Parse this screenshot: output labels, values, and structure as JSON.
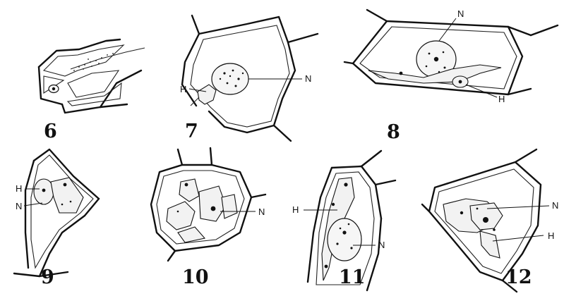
{
  "figures": [
    {
      "number": "6",
      "labels": []
    },
    {
      "number": "7",
      "labels": [
        "H",
        "N"
      ]
    },
    {
      "number": "8",
      "labels": [
        "N",
        "H"
      ]
    },
    {
      "number": "9",
      "labels": [
        "H",
        "N"
      ]
    },
    {
      "number": "10",
      "labels": [
        "N"
      ]
    },
    {
      "number": "11",
      "labels": [
        "H",
        "N"
      ]
    },
    {
      "number": "12",
      "labels": [
        "N",
        "H"
      ]
    }
  ],
  "colors": {
    "ink": "#111111",
    "paper": "#ffffff"
  }
}
